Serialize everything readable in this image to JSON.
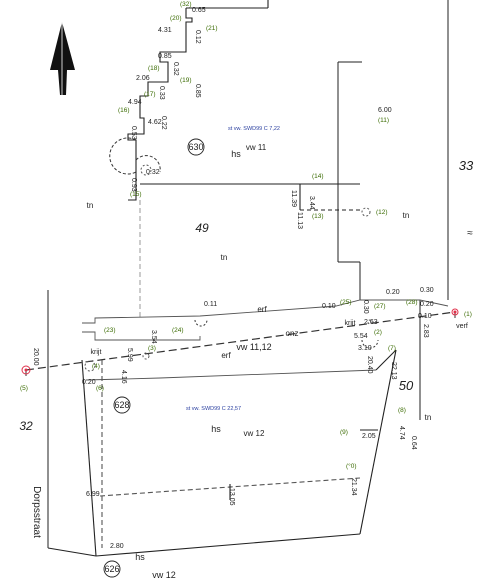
{
  "drawing": {
    "colors": {
      "line": "#222222",
      "dash": "#555555",
      "faint": "#9a9a9a",
      "point_id": "#3a6b00",
      "meta": "#2a3fa0",
      "marker": "#e0304a"
    },
    "parcels": [
      {
        "id": "parcel-33",
        "text": "33"
      },
      {
        "id": "parcel-49",
        "text": "49"
      },
      {
        "id": "parcel-50",
        "text": "50"
      },
      {
        "id": "parcel-32",
        "text": "32"
      }
    ],
    "house_numbers": [
      {
        "id": "house-630",
        "text": "630"
      },
      {
        "id": "house-628",
        "text": "628"
      },
      {
        "id": "house-626",
        "text": "626"
      }
    ],
    "labels": [
      {
        "id": "hs-630",
        "text": "hs"
      },
      {
        "id": "vw-11",
        "text": "vw 11"
      },
      {
        "id": "tn-left",
        "text": "tn"
      },
      {
        "id": "tn-right",
        "text": "tn"
      },
      {
        "id": "tn-center",
        "text": "tn"
      },
      {
        "id": "erf-top",
        "text": "erf"
      },
      {
        "id": "onz",
        "text": "onz"
      },
      {
        "id": "erf-bottom",
        "text": "erf"
      },
      {
        "id": "vw-11-12",
        "text": "vw 11,12"
      },
      {
        "id": "krijt-left",
        "text": "krijt"
      },
      {
        "id": "krijt-right",
        "text": "krijt"
      },
      {
        "id": "verf",
        "text": "verf"
      },
      {
        "id": "hs-628",
        "text": "hs"
      },
      {
        "id": "vw-12",
        "text": "vw 12"
      },
      {
        "id": "tn-50",
        "text": "tn"
      },
      {
        "id": "hs-626",
        "text": "hs"
      },
      {
        "id": "vw-12-bottom",
        "text": "vw 12"
      },
      {
        "id": "squiggle",
        "text": "≈"
      }
    ],
    "meta_labels": [
      {
        "id": "st-vw-11",
        "text": "st vw. SWD99 C  7,22"
      },
      {
        "id": "st-vw-12",
        "text": "st vw. SWD99 C  22,57"
      }
    ],
    "street_name": "Dorpsstraat",
    "point_ids": [
      {
        "id": "p32",
        "text": "(32)"
      },
      {
        "id": "p20",
        "text": "(20)"
      },
      {
        "id": "p21",
        "text": "(21)"
      },
      {
        "id": "p18",
        "text": "(18)"
      },
      {
        "id": "p19",
        "text": "(19)"
      },
      {
        "id": "p17",
        "text": "(17)"
      },
      {
        "id": "p16",
        "text": "(16)"
      },
      {
        "id": "p11",
        "text": "(11)"
      },
      {
        "id": "p14",
        "text": "(14)"
      },
      {
        "id": "p15",
        "text": "(15)"
      },
      {
        "id": "p13",
        "text": "(13)"
      },
      {
        "id": "p12",
        "text": "(12)"
      },
      {
        "id": "p23",
        "text": "(23)"
      },
      {
        "id": "p24",
        "text": "(24)"
      },
      {
        "id": "p25",
        "text": "(25)"
      },
      {
        "id": "p27",
        "text": "(27)"
      },
      {
        "id": "p28",
        "text": "(28)"
      },
      {
        "id": "p1",
        "text": "(1)"
      },
      {
        "id": "p2",
        "text": "(2)"
      },
      {
        "id": "p3",
        "text": "(3)"
      },
      {
        "id": "p4",
        "text": "(4)"
      },
      {
        "id": "p5",
        "text": "(5)"
      },
      {
        "id": "p6",
        "text": "(6)"
      },
      {
        "id": "p7",
        "text": "(7)"
      },
      {
        "id": "p8",
        "text": "(8)"
      },
      {
        "id": "p9",
        "text": "(9)"
      },
      {
        "id": "p10",
        "text": "(°0)"
      }
    ],
    "measures": [
      {
        "id": "m-065",
        "text": "0.65"
      },
      {
        "id": "m-431",
        "text": "4.31"
      },
      {
        "id": "m-012",
        "text": "0.12"
      },
      {
        "id": "m-085",
        "text": "0.85"
      },
      {
        "id": "m-032",
        "text": "0.32"
      },
      {
        "id": "m-085b",
        "text": "0.85"
      },
      {
        "id": "m-206",
        "text": "2.06"
      },
      {
        "id": "m-033",
        "text": "0.33"
      },
      {
        "id": "m-494",
        "text": "4.94"
      },
      {
        "id": "m-462",
        "text": "4.62"
      },
      {
        "id": "m-022",
        "text": "0.22"
      },
      {
        "id": "m-053",
        "text": "0.53"
      },
      {
        "id": "m-600",
        "text": "6.00"
      },
      {
        "id": "m-093",
        "text": "0.93"
      },
      {
        "id": "m-032b",
        "text": "0.32"
      },
      {
        "id": "m-1139",
        "text": "11.39"
      },
      {
        "id": "m-344",
        "text": "3.44"
      },
      {
        "id": "m-1113",
        "text": "11.13"
      },
      {
        "id": "m-020",
        "text": "0.20"
      },
      {
        "id": "m-030",
        "text": "0.30"
      },
      {
        "id": "m-011",
        "text": "0.11"
      },
      {
        "id": "m-010",
        "text": "0.10"
      },
      {
        "id": "m-030b",
        "text": "0.30"
      },
      {
        "id": "m-020b",
        "text": "0.20"
      },
      {
        "id": "m-010b",
        "text": "0.10"
      },
      {
        "id": "m-354",
        "text": "3.54"
      },
      {
        "id": "m-263",
        "text": "2.63"
      },
      {
        "id": "m-283",
        "text": "2.83"
      },
      {
        "id": "m-554",
        "text": "5.54"
      },
      {
        "id": "m-2000",
        "text": "20.00"
      },
      {
        "id": "m-599",
        "text": "5.99"
      },
      {
        "id": "m-310",
        "text": "3.10"
      },
      {
        "id": "m-2040",
        "text": "20.40"
      },
      {
        "id": "m-2213",
        "text": "22.13"
      },
      {
        "id": "m-416",
        "text": "4.16"
      },
      {
        "id": "m-020c",
        "text": "0.20"
      },
      {
        "id": "m-205",
        "text": "2.05"
      },
      {
        "id": "m-474",
        "text": "4.74"
      },
      {
        "id": "m-064",
        "text": "0.64"
      },
      {
        "id": "m-2134",
        "text": "21.34"
      },
      {
        "id": "m-1305",
        "text": "13.05"
      },
      {
        "id": "m-699",
        "text": "6.99"
      },
      {
        "id": "m-280",
        "text": "2.80"
      }
    ]
  }
}
